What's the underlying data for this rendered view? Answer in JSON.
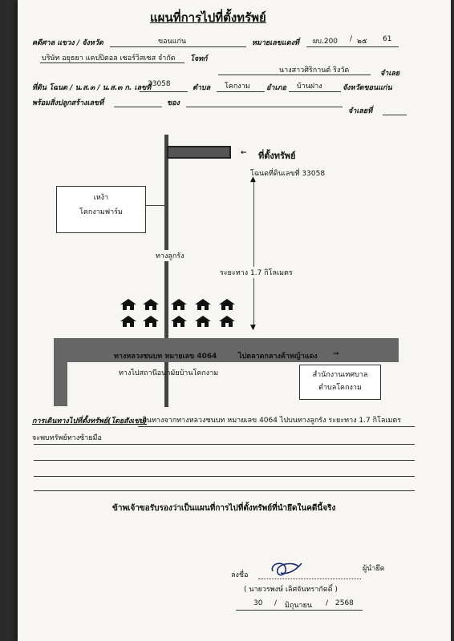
{
  "title": "แผนที่การไปที่ตั้งทรัพย์",
  "header": {
    "row1_label": "คดีศาล แขวง / จังหวัด",
    "row1_value": "ขอนแก่น",
    "row1_label2": "หมายเลขแดงที่",
    "row1_case": "ผบ.200",
    "row1_slash1": "/",
    "row1_year": "๒๕",
    "row1_num": "61",
    "row2_value": "บริษัท อยุธยา แคปปิตอล เซอร์วิสเซส จำกัด",
    "row2_label": "โจทก์",
    "row2_defendant": "นางสาวศิริกานต์ ริงวัด",
    "row2_label2": "จำเลย",
    "row3_label": "ที่ดิน โฉนด / น.ส.๓ / น.ส.๓ ก. เลขที่",
    "row3_deed": "33058",
    "row3_label_sub": "ตำบล",
    "row3_subdistrict": "โคกงาม",
    "row3_label_dist": "อำเภอ",
    "row3_district": "บ้านฝาง",
    "row3_label_prov": "จังหวัดขอนแก่น",
    "row4_label": "พร้อมสิ่งปลูกสร้างเลขที่",
    "row4_label2": "ของ",
    "row4_label3": "จำเลยที่"
  },
  "map": {
    "property_label": "ที่ตั้งทรัพย์",
    "deed_label": "โฉนดที่ดินเลขที่ 33058",
    "arrow": "←",
    "farm_line1": "เหง้า",
    "farm_line2": "โคกงามฟาร์ม",
    "lane_label": "ทางลูกรัง",
    "distance_label": "ระยะทาง 1.7 กิโลเมตร",
    "highway_label": "ทางหลวงชนบท หมายเลข 4064",
    "market_label": "ไปตลาดกลางค้าหญ้าแดง",
    "health_label": "ทางไปสถานีอนามัยบ้านโคกงาม",
    "office_line1": "สำนักงานเทศบาล",
    "office_line2": "ตำบลโคกงาม",
    "house_icon": "house-icon"
  },
  "directions": {
    "label": "การเดินทางไปที่ตั้งทรัพย์(โดยสังเขป)",
    "line1": "เดินทางจากทางหลวงชนบท หมายเลข 4064 ไปบนทางลูกรัง ระยะทาง 1.7 กิโลเมตร",
    "line2": "จะพบทรัพย์ทางซ้ายมือ"
  },
  "certify": "ข้าพเจ้าขอรับรองว่าเป็นแผนที่การไปที่ตั้งทรัพย์ที่นำยึดในคดีนี้จริง",
  "signature": {
    "sign_label": "ลงชื่อ",
    "role": "ผู้นำยึด",
    "name": "( นายวรพงษ์ เลิศจันทรากัดดิ์ )",
    "day": "30",
    "month": "มิถุนายน",
    "year": "2568",
    "sep": "/"
  }
}
